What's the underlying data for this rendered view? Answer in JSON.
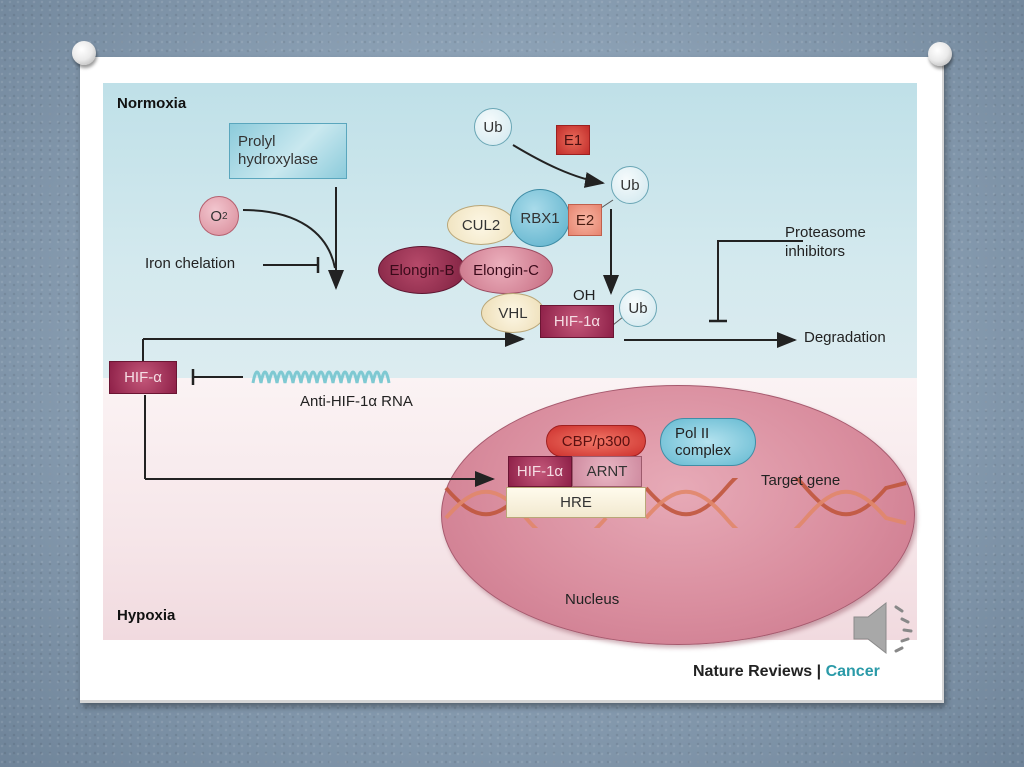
{
  "slide": {
    "diagram_title_top": "Normoxia",
    "diagram_title_bottom": "Hypoxia",
    "credit": {
      "publisher": "Nature Reviews",
      "separator": "|",
      "journal": "Cancer"
    },
    "colors": {
      "normoxia_bg": "#cfe6ec",
      "hypoxia_bg": "#f3e1e5",
      "hif_alpha": "#a43860",
      "journal_accent": "#2a9aa8",
      "nucleus": "#dc93a3"
    }
  },
  "nodes": {
    "prolyl_hydroxylase": {
      "line1": "Prolyl",
      "line2": "hydroxylase"
    },
    "o2": {
      "label": "O",
      "sub": "2"
    },
    "iron_chelation": "Iron chelation",
    "ub_1": "Ub",
    "ub_2": "Ub",
    "ub_3": "Ub",
    "e1": "E1",
    "e2": "E2",
    "rbx1": "RBX1",
    "cul2": "CUL2",
    "elongin_b": "Elongin-B",
    "elongin_c": "Elongin-C",
    "vhl": "VHL",
    "oh": "OH",
    "hif1a_cytoplasm": "HIF-1α",
    "proteasome_inhibitors": {
      "line1": "Proteasome",
      "line2": "inhibitors"
    },
    "degradation": "Degradation",
    "hif_alpha": "HIF-α",
    "anti_hif_rna": "Anti-HIF-1α RNA",
    "cbp_p300": "CBP/p300",
    "pol2_complex": {
      "line1": "Pol II",
      "line2": "complex"
    },
    "hif1a_nucleus": "HIF-1α",
    "arnt": "ARNT",
    "hre": "HRE",
    "target_gene": "Target gene",
    "nucleus": "Nucleus"
  },
  "media": {
    "audio_icon": "speaker-icon"
  }
}
